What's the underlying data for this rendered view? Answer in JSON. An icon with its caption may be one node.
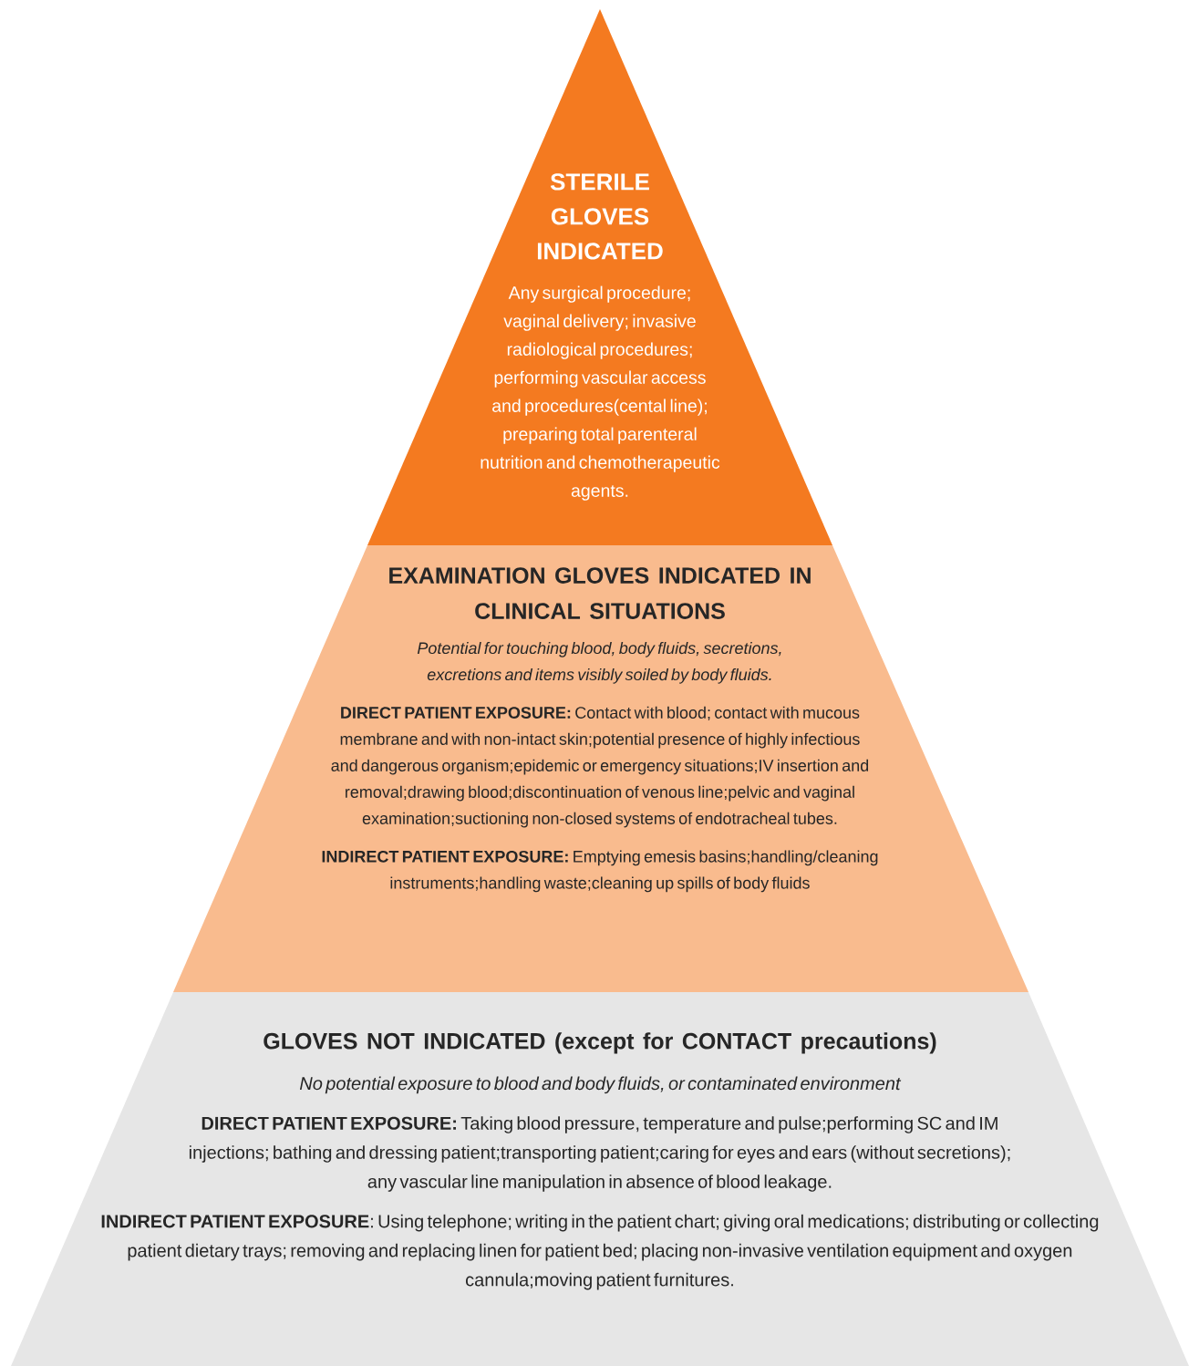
{
  "diagram": {
    "nodes": [
      {
        "text": [
          "STERILE GLOVES INDICATED",
          "Any surgical procedure; vaginal delivery; invasive radiological procedures; performing vascular access and procedures(cental line); preparing total parenteral nutrition and chemotherapeutic agents."
        ]
      },
      {
        "text": [
          "EXAMINATION GLOVES INDICATED IN CLINICAL SITUATIONS",
          "Potential for touching blood, body fluids, secretions, excretions and items visibly soiled by body fluids.",
          "**DIRECT PATIENT EXPOSURE:** Contact with blood; contact with mucous membrane and with non-intact skin;potential presence of highly infectious and dangerous organism;epidemic or emergency situations;IV insertion and removal;drawing blood;discontinuation of venous line;pelvic and vaginal examination;suctioning non-closed systems of endotracheal tubes.",
          "**INDIRECT PATIENT EXPOSURE:** Emptying emesis basins;handling/cleaning instruments;handling waste;cleaning up spills of body fluids"
        ]
      },
      {
        "text": [
          "GLOVES NOT INDICATED (except for CONTACT precautions)",
          "No potential exposure to blood and body fluids, or contaminated environment",
          "**DIRECT PATIENT EXPOSURE:** Taking blood pressure, temperature and pulse;performing SC and IM injections; bathing and dressing patient;transporting patient;caring for eyes and ears (without secretions); any vascular line manipulation in absence of blood leakage.",
          "**INDIRECT PATIENT EXPOSURE**: Using telephone; writing in the patient chart; giving oral medications; distributing or collecting patient dietary trays; removing and replacing linen for patient bed; placing non-invasive ventilation equipment and oxygen cannula;moving patient furnitures."
        ]
      }
    ]
  }
}
